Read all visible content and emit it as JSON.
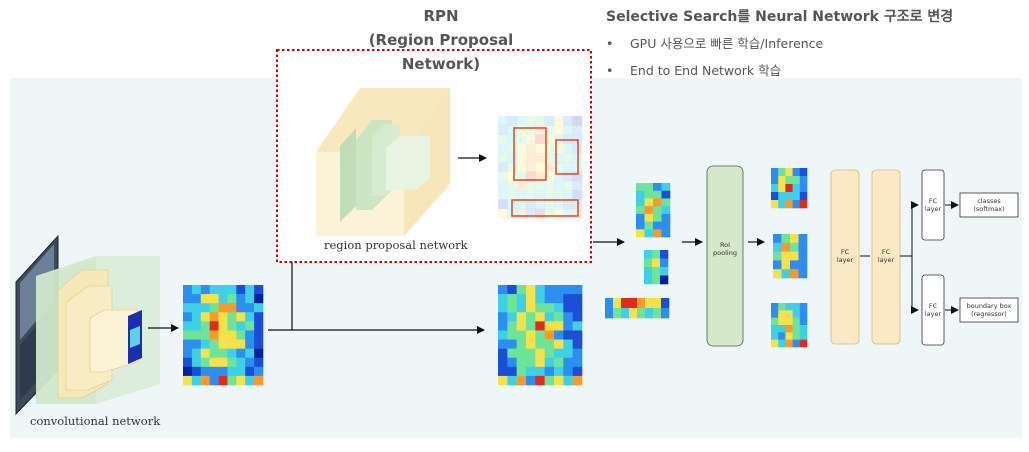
{
  "rpn": {
    "title_line1": "RPN",
    "title_line2": "(Region Proposal Network)",
    "box_label": "region proposal network"
  },
  "selective_search": {
    "title": "Selective Search를 Neural Network 구조로 변경",
    "bullets": [
      "GPU 사용으로 빠른 학습/Inference",
      "End to End Network 학습"
    ]
  },
  "conv": {
    "label": "convolutional network"
  },
  "roi": {
    "line1": "RoI",
    "line2": "pooling"
  },
  "fc": {
    "line1": "FC",
    "line2": "layer"
  },
  "outputs": {
    "classes_line1": "classes",
    "classes_line2": "(softmax)",
    "bbox_line1": "boundary box",
    "bbox_line2": "(regressor)"
  },
  "colors": {
    "rpn_border": "#cc0000",
    "background_band": "#eef6f7",
    "cube_face": "#f7e8b8",
    "inner_cube": "#b9dbb4",
    "fc_fill": "#fbe9c6",
    "roi_fill": "#d5e8c9",
    "proposal_box": "#e4502a"
  }
}
